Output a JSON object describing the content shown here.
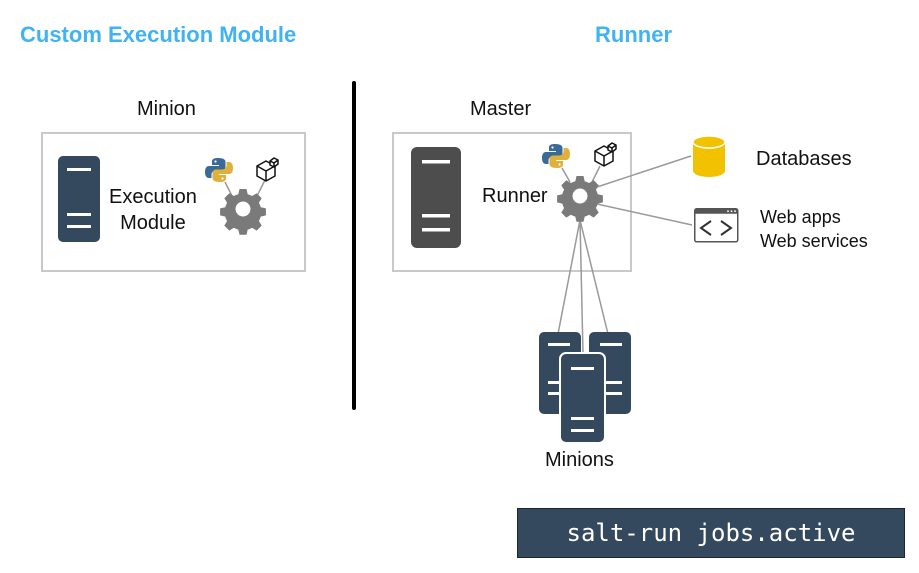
{
  "sections": {
    "left_title": "Custom Execution Module",
    "right_title": "Runner"
  },
  "left": {
    "box_title": "Minion",
    "module_label_line1": "Execution",
    "module_label_line2": "Module",
    "icons": [
      "server-icon",
      "python-icon",
      "package-icon",
      "gear-icon"
    ]
  },
  "right": {
    "box_title": "Master",
    "runner_label": "Runner",
    "databases_label": "Databases",
    "web_label_line1": "Web apps",
    "web_label_line2": "Web services",
    "minions_label": "Minions",
    "icons": [
      "server-icon",
      "python-icon",
      "package-icon",
      "gear-icon",
      "database-icon",
      "code-window-icon",
      "server-cluster-icon"
    ]
  },
  "command": "salt-run jobs.active",
  "colors": {
    "heading": "#41b2f2",
    "server_dark_blue": "#34495e",
    "server_gray": "#4d4d4d",
    "gear": "#7a7a7a",
    "database": "#f2c200",
    "box_border": "#c9c9cb"
  }
}
